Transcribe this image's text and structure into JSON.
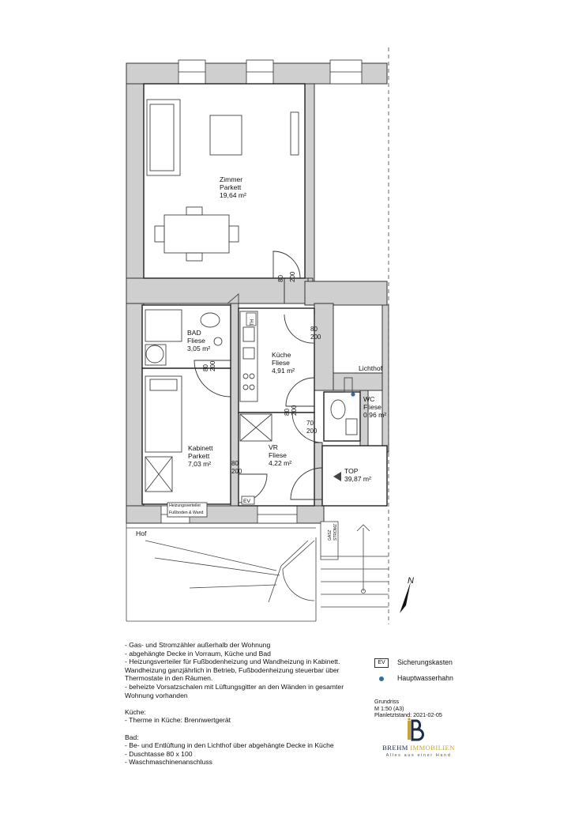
{
  "rooms": {
    "zimmer": {
      "name": "Zimmer",
      "floor": "Parkett",
      "area": "19,64 m²"
    },
    "bad": {
      "name": "BAD",
      "floor": "Fliese",
      "area": "3,05 m²"
    },
    "kueche": {
      "name": "Küche",
      "floor": "Fliese",
      "area": "4,91 m²"
    },
    "wc": {
      "name": "WC",
      "floor": "Fliese",
      "area": "0,96 m²"
    },
    "kabinett": {
      "name": "Kabinett",
      "floor": "Parkett",
      "area": "7,03 m²"
    },
    "vr": {
      "name": "VR",
      "floor": "Fliese",
      "area": "4,22 m²"
    },
    "top": {
      "name": "TOP",
      "area": "39,87 m²"
    }
  },
  "labels": {
    "lichthof": "Lichthof",
    "hof": "Hof",
    "ev": "EV",
    "th": "TH",
    "heizung_line1": "Heizungsverteiler",
    "heizung_line2": "Fußboden & Wand",
    "gasz_line1": "GASZ",
    "gasz_line2": "STROMZ",
    "north": "N"
  },
  "doors": {
    "zimmer": {
      "w": "80",
      "h": "200"
    },
    "kueche": {
      "w": "80",
      "h": "200"
    },
    "bad": {
      "w": "80",
      "h": "200"
    },
    "kueche_vr": {
      "w": "80",
      "h": "200"
    },
    "wc": {
      "w": "70",
      "h": "200"
    },
    "kabinett": {
      "w": "80",
      "h": "200"
    }
  },
  "notes": {
    "general": [
      "- Gas- und Stromzähler außerhalb der Wohnung",
      "- abgehängte Decke in Vorraum, Küche und Bad",
      "- Heizungsverteiler für Fußbodenheizung und Wandheizung in Kabinett.",
      "Wandheizung ganzjährlich in Betrieb, Fußbodenheizung steuerbar über",
      "Thermostate in den Räumen.",
      "- beheizte Vorsatzschalen mit Lüftungsgitter an den Wänden in gesamter",
      "Wohnung vorhanden"
    ],
    "kueche_title": "Küche:",
    "kueche": [
      "- Therme in Küche: Brennwertgerät"
    ],
    "bad_title": "Bad:",
    "bad": [
      "- Be- und Entlüftung in den Lichthof über abgehängte Decke in Küche",
      "- Duschtasse 80 x 100",
      "- Waschmaschinenanschluss"
    ]
  },
  "legend": {
    "ev_box": "EV",
    "ev_label": "Sicherungskasten",
    "water_label": "Hauptwasserhahn",
    "water_color": "#2e6fa7"
  },
  "plan_info": {
    "line1": "Grundriss",
    "line2": "M 1:50 (A3)",
    "line3": "Planletztstand: 2021-02-05"
  },
  "logo": {
    "name_dark": "BREHM",
    "name_gold": "IMMOBILIEN",
    "tagline": "Alles aus einer Hand",
    "navy": "#1c2a4a",
    "gold": "#c9a43c"
  }
}
